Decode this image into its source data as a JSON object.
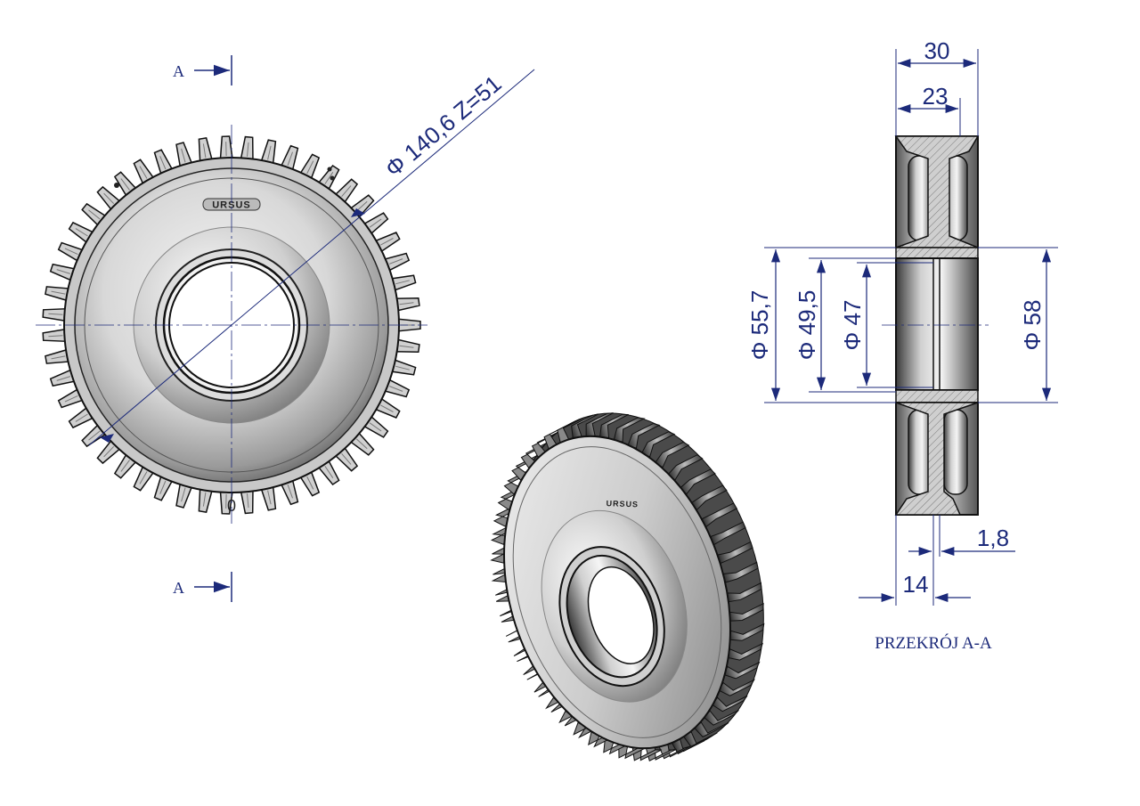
{
  "front_view": {
    "gear_dimension": "Φ 140,6 Z=51",
    "logo": "URSUS",
    "timing_mark": "0",
    "section_marker_top": "A",
    "section_marker_bottom": "A",
    "tooth_count": 51
  },
  "iso_view": {
    "logo": "URSUS",
    "tooth_count": 51
  },
  "section_view": {
    "caption": "PRZEKRÓJ A-A",
    "dim_total_width": "30",
    "dim_hub_width": "23",
    "dim_d55_7": "Φ 55,7",
    "dim_d49_5": "Φ 49,5",
    "dim_d47": "Φ 47",
    "dim_d58": "Φ 58",
    "dim_groove": "1,8",
    "dim_offset": "14"
  },
  "colors": {
    "dimension": "#1c2a7a",
    "outline": "#111111",
    "metal_light": "#e8e8e8",
    "metal_dark": "#6a6a6a"
  }
}
